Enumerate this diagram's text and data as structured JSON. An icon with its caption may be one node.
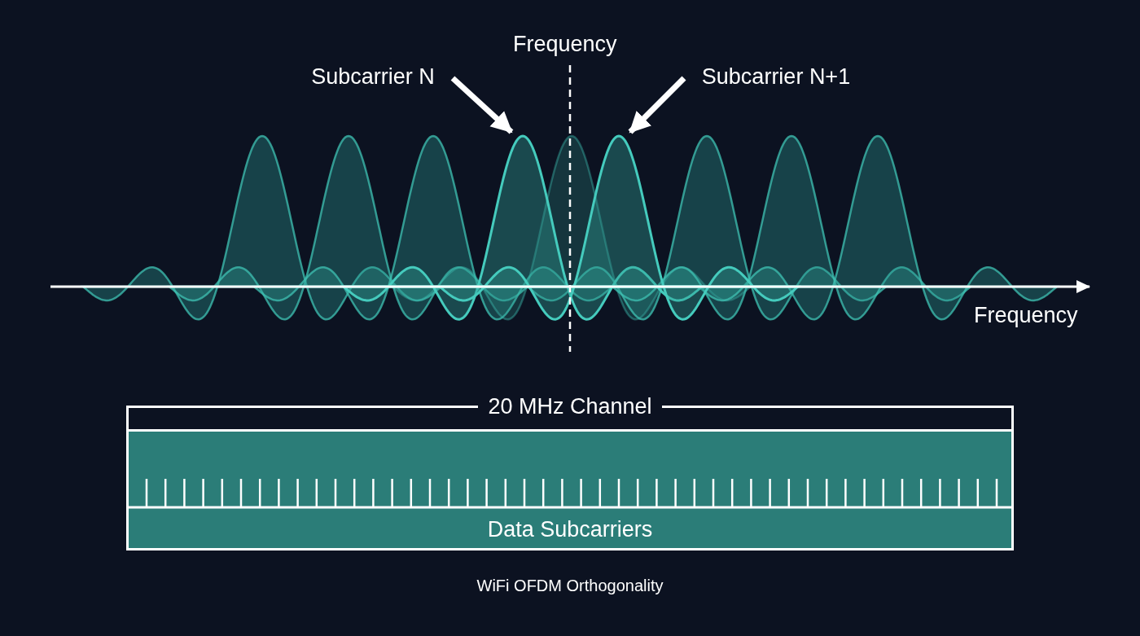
{
  "diagram": {
    "caption": "WiFi OFDM Orthogonality",
    "nodes": [
      {
        "text": [
          "Subcarrier N"
        ]
      },
      {
        "text": [],
        "shape": "curve"
      },
      {
        "text": [
          "Subcarrier N+1"
        ]
      },
      {
        "text": [],
        "shape": "curve"
      },
      {
        "text": [
          "20 MHz Channel"
        ]
      },
      {
        "text": [
          "Data Subcarriers"
        ],
        "in": 4
      }
    ],
    "edges": [
      {
        "from": 0,
        "to": 1,
        "arrow": "to"
      },
      {
        "from": 2,
        "to": 3,
        "arrow": "to"
      }
    ],
    "labels": [
      "Frequency",
      "Frequency"
    ]
  }
}
